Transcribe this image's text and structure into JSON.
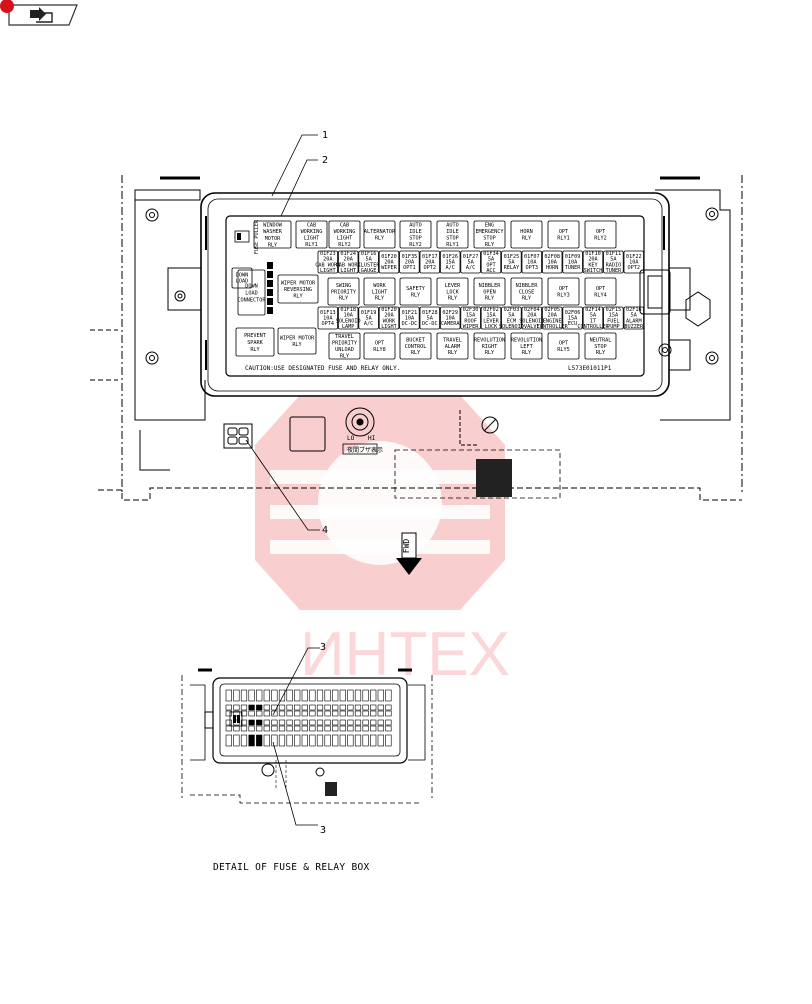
{
  "nav": {
    "icon": "book-arrow-icon",
    "badge_color": "#d8121c"
  },
  "watermark": {
    "text": "ИНТЕХ",
    "color": "#e8232a"
  },
  "caution": "CAUTION:USE DESIGNATED FUSE AND RELAY ONLY.",
  "part_number": "L573E01011P1",
  "fuse_label": "FUSE PULLER",
  "fwd": "FWD",
  "knob_labels": [
    "LO",
    "HI"
  ],
  "knob_tag": "夜間ブザ表示",
  "leaders": [
    "1",
    "2",
    "3",
    "3",
    "4"
  ],
  "caption": "DETAIL OF FUSE & RELAY BOX",
  "relays_row1": [
    [
      "WINDOW",
      "WASHER",
      "MOTOR",
      "RLY"
    ],
    [
      "CAB",
      "WORKING",
      "LIGHT",
      "RLY1"
    ],
    [
      "CAB",
      "WORKING",
      "LIGHT",
      "RLY2"
    ],
    [
      "ALTERNATOR",
      "RLY"
    ],
    [
      "AUTO",
      "IDLE",
      "STOP",
      "RLY2"
    ],
    [
      "AUTO",
      "IDLE",
      "STOP",
      "RLY1"
    ],
    [
      "ENG",
      "EMERGENCY",
      "STOP",
      "RLY"
    ],
    [
      "HORN",
      "RLY"
    ],
    [
      "OPT",
      "RLY1"
    ],
    [
      "OPT",
      "RLY2"
    ]
  ],
  "fuses_row1": [
    [
      "01F23",
      "20A",
      "CAB WORK",
      "LIGHT"
    ],
    [
      "01F24",
      "20A",
      "CAB WORK",
      "LIGHT"
    ],
    [
      "01F16",
      "5A",
      "CLUSTER",
      "GAUGE"
    ],
    [
      "01F20",
      "20A",
      "WIPER"
    ],
    [
      "01F35",
      "20A",
      "OPT1"
    ],
    [
      "01F17",
      "20A",
      "OPT2"
    ],
    [
      "01F26",
      "15A",
      "A/C"
    ],
    [
      "01F27",
      "5A",
      "A/C"
    ],
    [
      "01F34",
      "5A",
      "OPT",
      "ACC"
    ],
    [
      "01F25",
      "5A",
      "RELAY"
    ],
    [
      "01F07",
      "10A",
      "OPT3"
    ],
    [
      "02F08",
      "10A",
      "HORN"
    ],
    [
      "01F09",
      "10A",
      "TUNER"
    ],
    [
      "01F10",
      "20A",
      "KEY",
      "SWITCH"
    ],
    [
      "01F11",
      "5A",
      "RADIO",
      "TUNER"
    ],
    [
      "01F22",
      "10A",
      "OPT2"
    ]
  ],
  "relays_row2": [
    [
      "DOWN",
      "LOAD",
      "CONNECTOR"
    ],
    [
      "WIPER MOTOR",
      "REVERSING",
      "RLY"
    ],
    [
      "SWING",
      "PRIORITY",
      "RLY"
    ],
    [
      "WORK",
      "LIGHT",
      "RLY"
    ],
    [
      "SAFETY",
      "RLY"
    ],
    [
      "LEVER",
      "LOCK",
      "RLY"
    ],
    [
      "NIBBLER",
      "OPEN",
      "RLY"
    ],
    [
      "NIBBLER",
      "CLOSE",
      "RLY"
    ],
    [
      "OPT",
      "RLY3"
    ],
    [
      "OPT",
      "RLY4"
    ]
  ],
  "fuses_row2": [
    [
      "01F13",
      "10A",
      "OPT4"
    ],
    [
      "01F18",
      "10A",
      "SOLENOID",
      "LAMP"
    ],
    [
      "01F19",
      "5A",
      "A/C"
    ],
    [
      "01F20",
      "20A",
      "WORK",
      "LIGHT"
    ],
    [
      "01F21",
      "10A",
      "DC-DC"
    ],
    [
      "01F28",
      "5A",
      "DC-DC"
    ],
    [
      "02F29",
      "10A",
      "CAMERA"
    ],
    [
      "02F30",
      "15A",
      "ROOF",
      "WIPER"
    ],
    [
      "02F02",
      "15A",
      "LEVER",
      "LOCK"
    ],
    [
      "02F03",
      "5A",
      "ECM",
      "SOLENOID"
    ],
    [
      "02F04",
      "20A",
      "SOLENOID",
      "VALVE"
    ],
    [
      "02F05",
      "20A",
      "ENGINE",
      "CONTROLLER"
    ],
    [
      "02F06",
      "15A",
      "ECU"
    ],
    [
      "02F14",
      "5A",
      "IT",
      "CONTROLLER"
    ],
    [
      "02F15",
      "15A",
      "FUEL",
      "PUMP"
    ],
    [
      "02F16",
      "5A",
      "ALARM",
      "BUZZER"
    ]
  ],
  "relays_row3": [
    [
      "PREVENT",
      "SPARK",
      "RLY"
    ],
    [
      "WIPER MOTOR",
      "RLY"
    ],
    [
      "TRAVEL",
      "PRIORITY",
      "UNLOAD",
      "RLY"
    ],
    [
      "OPT",
      "RLY8"
    ],
    [
      "BUCKET",
      "CONTROL",
      "RLY"
    ],
    [
      "TRAVEL",
      "ALARM",
      "RLY"
    ],
    [
      "REVOLUTION",
      "RIGHT",
      "RLY"
    ],
    [
      "REVOLUTION",
      "LEFT",
      "RLY"
    ],
    [
      "OPT",
      "RLY5"
    ],
    [
      "NEUTRAL",
      "STOP",
      "RLY"
    ]
  ]
}
